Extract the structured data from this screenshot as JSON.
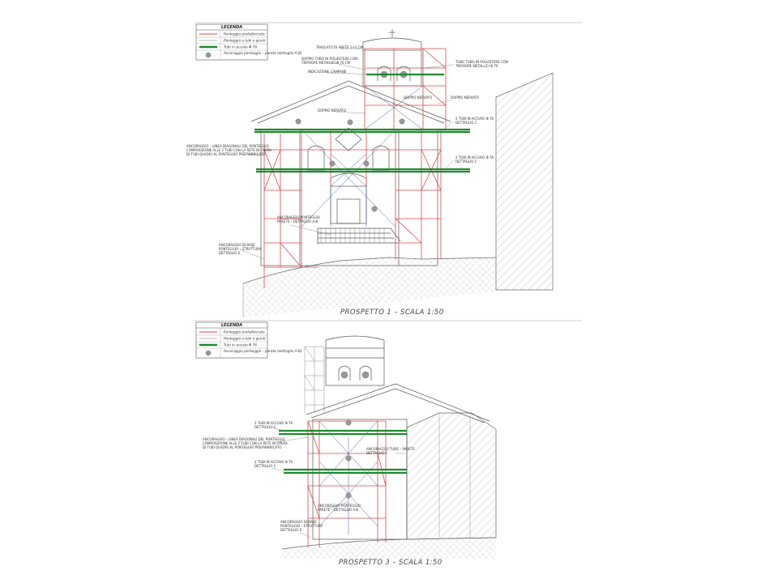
{
  "legend": {
    "title": "LEGENDA",
    "items": [
      {
        "key": "red",
        "text": "Ponteggio prefabbricato"
      },
      {
        "key": "thin",
        "text": "Ponteggio a tubi e giunti"
      },
      {
        "key": "green",
        "text": "Tubi in acciaio Φ 76"
      },
      {
        "key": "dot",
        "text": "Ancoraggio ponteggio – parete (dettaglio A-B)"
      }
    ]
  },
  "drawing1": {
    "caption": "PROSPETTO 1 – SCALA 1:50",
    "labels": {
      "l1": "TAVOLATO DI ABETE 1+5 CM",
      "l2": "DOPPIO TUBO IN POLIESTERE CON\nTRIPOOPE METALLICI Φ 76 CM",
      "l3": "INDICAZIONE CAMPANE",
      "l4": "TUBO TUBO IN POLIESTERE CON\nTRIPOOPE METALLICI Φ 76",
      "l5": "DOPPIO NERVATO",
      "l6": "DOPPIO NERVATO",
      "l7": "DOPPIO NERVATO",
      "l8": "2 TUBI IN ACCIAIO Φ 76\nDETTAGLIO C",
      "l9": "2 TUBI IN ACCIAIO Φ 76\nDETTAGLIO C",
      "l10": "ANCORAGGIO – LINEA DIAGONALI DEL PONTEGGIO\nCOMPOSIZIONE ALLE 2 TUBI CON LA RETE IN OPERA\nDI TUBI QUADRI AL PONTEGGIO PREFABBRICATO",
      "l11": "ANCORAGGIO PONTEGGIO\nPARETE – DETTAGLIO A-B",
      "l12": "ANCORAGGIO DI BASE\nPONTEGGIO – STRUTTURA\nDETTAGLIO E"
    }
  },
  "drawing2": {
    "caption": "PROSPETTO 3 – SCALA 1:50",
    "labels": {
      "m1": "2 TUBI IN ACCIAIO Φ 76\nDETTAGLIO C",
      "m2": "ANCORAGGIO – LINEA DIAGONALI DEL PONTEGGIO\nCOMPOSIZIONE ALLE 2 TUBI CON LA RETE IN OPERA\nDI TUBI QUADRI AL PONTEGGIO PREFABBRICATO",
      "m3": "2 TUBI IN ACCIAIO Φ 76\nDETTAGLIO C",
      "m4": "ANCORAGGIO TUBO – PARETE\nDETTAGLIO F",
      "m5": "ANCORAGGIO PONTEGGIO\nPARETE – DETTAGLIO A-B",
      "m6": "ANCORAGGIO DI BASE\nPONTEGGIO – STRUTTURA\nDETTAGLIO E"
    }
  },
  "colors": {
    "scaffold": "#d94a4a",
    "steel": "#1f8a2e",
    "ink": "#555555",
    "hatch": "#9a9a9a"
  }
}
